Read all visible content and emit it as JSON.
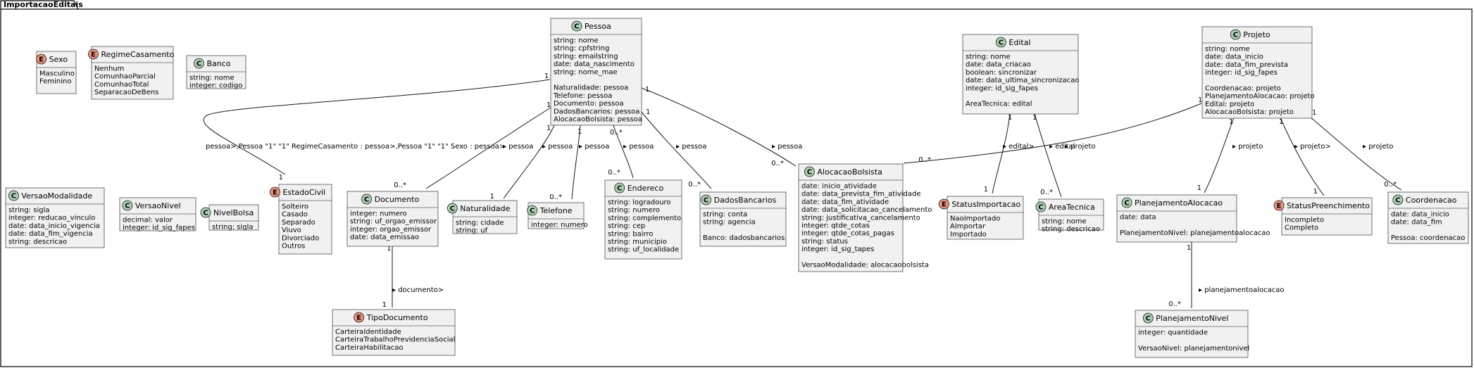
{
  "package_name": "ImportacaoEditais",
  "classes": [
    {
      "id": "Sexo",
      "kind": "E",
      "name": "Sexo",
      "sections": [
        [
          "Masculino",
          "Feminino"
        ]
      ]
    },
    {
      "id": "RegimeCasamento",
      "kind": "E",
      "name": "RegimeCasamento",
      "sections": [
        [
          "Nenhum",
          "ComunhaoParcial",
          "ComunhaoTotal",
          "SeparacaoDeBens"
        ]
      ]
    },
    {
      "id": "Banco",
      "kind": "C",
      "name": "Banco",
      "sections": [
        [
          "string: nome",
          "integer: codigo"
        ]
      ]
    },
    {
      "id": "Pessoa",
      "kind": "C",
      "name": "Pessoa",
      "sections": [
        [
          "string: nome",
          "string: cpfstring",
          "string: emailstring",
          "date: data_nascimento",
          "string: nome_mae"
        ],
        [
          "Naturalidade: pessoa",
          "Telefone: pessoa",
          "Documento: pessoa",
          "DadosBancarios: pessoa",
          "AlocacaoBolsista: pessoa"
        ]
      ]
    },
    {
      "id": "Edital",
      "kind": "C",
      "name": "Edital",
      "sections": [
        [
          "string: nome",
          "date: data_criacao",
          "boolean: sincronizar",
          "date: data_ultima_sincronizacao",
          "integer: id_sig_fapes"
        ],
        [
          "AreaTecnica: edital"
        ]
      ]
    },
    {
      "id": "Projeto",
      "kind": "C",
      "name": "Projeto",
      "sections": [
        [
          "string: nome",
          "date: data_inicio",
          "date: data_fim_prevista",
          "integer: id_sig_fapes"
        ],
        [
          "Coordenacao: projeto",
          "PlanejamentoAlocacao: projeto",
          "Edital: projeto",
          "AlocacaoBolsista: projeto"
        ]
      ]
    },
    {
      "id": "VersaoModalidade",
      "kind": "C",
      "name": "VersaoModalidade",
      "sections": [
        [
          "string: sigla",
          "integer: reducao_vinculo",
          "date: data_inicio_vigencia",
          "date: data_fim_vigencia",
          "string: descricao"
        ]
      ]
    },
    {
      "id": "VersaoNivel",
      "kind": "C",
      "name": "VersaoNivel",
      "sections": [
        [
          "decimal: valor",
          "integer: id_sig_fapes"
        ]
      ]
    },
    {
      "id": "NivelBolsa",
      "kind": "C",
      "name": "NivelBolsa",
      "sections": [
        [
          "string: sigla"
        ]
      ]
    },
    {
      "id": "EstadoCivil",
      "kind": "E",
      "name": "EstadoCivil",
      "sections": [
        [
          "Solteiro",
          "Casado",
          "Separado",
          "Viuvo",
          "Divorciado",
          "Outros"
        ]
      ]
    },
    {
      "id": "Documento",
      "kind": "C",
      "name": "Documento",
      "sections": [
        [
          "integer: numero",
          "string: uf_orgao_emissor",
          "integer: orgao_emissor",
          "date: data_emissao"
        ]
      ]
    },
    {
      "id": "Naturalidade",
      "kind": "C",
      "name": "Naturalidade",
      "sections": [
        [
          "string: cidade",
          "string: uf"
        ]
      ]
    },
    {
      "id": "Telefone",
      "kind": "C",
      "name": "Telefone",
      "sections": [
        [
          "integer: numero"
        ]
      ]
    },
    {
      "id": "Endereco",
      "kind": "C",
      "name": "Endereco",
      "sections": [
        [
          "string: logradouro",
          "string: numero",
          "string: complemento",
          "string: cep",
          "string: bairro",
          "string: municipio",
          "string: uf_localidade"
        ]
      ]
    },
    {
      "id": "DadosBancarios",
      "kind": "C",
      "name": "DadosBancarios",
      "sections": [
        [
          "string: conta",
          "string: agencia"
        ],
        [
          "Banco: dadosbancarios"
        ]
      ]
    },
    {
      "id": "AlocacaoBolsista",
      "kind": "C",
      "name": "AlocacaoBolsista",
      "sections": [
        [
          "date: inicio_atividade",
          "date: data_prevista_fim_atividade",
          "date: data_fim_atividade",
          "date: data_solicitacao_cancelamento",
          "string: justificativa_cancelamento",
          "integer: qtde_cotas",
          "integer: qtde_cotas_pagas",
          "string: status",
          "integer: id_sig_tapes"
        ],
        [
          "VersaoModalidade: alocacaobolsista"
        ]
      ]
    },
    {
      "id": "StatusImportacao",
      "kind": "E",
      "name": "StatusImportacao",
      "sections": [
        [
          "NaoImportado",
          "AImportar",
          "Importado"
        ]
      ]
    },
    {
      "id": "AreaTecnica",
      "kind": "C",
      "name": "AreaTecnica",
      "sections": [
        [
          "string: nome",
          "string: descricao"
        ]
      ]
    },
    {
      "id": "PlanejamentoAlocacao",
      "kind": "C",
      "name": "PlanejamentoAlocacao",
      "sections": [
        [
          "date: data"
        ],
        [
          "PlanejamentoNivel: planejamentoalocacao"
        ]
      ]
    },
    {
      "id": "StatusPreenchimento",
      "kind": "E",
      "name": "StatusPreenchimento",
      "sections": [
        [
          "Incompleto",
          "Completo"
        ]
      ]
    },
    {
      "id": "Coordenacao",
      "kind": "C",
      "name": "Coordenacao",
      "sections": [
        [
          "date: data_inicio",
          "date: data_fim"
        ],
        [
          "Pessoa: coordenacao"
        ]
      ]
    },
    {
      "id": "TipoDocumento",
      "kind": "E",
      "name": "TipoDocumento",
      "sections": [
        [
          "CarteiraIdentidade",
          "CarteiraTrabalhoPrevidenciaSocial",
          "CarteiraHabilitacao"
        ]
      ]
    },
    {
      "id": "PlanejamentoNivel",
      "kind": "C",
      "name": "PlanejamentoNivel",
      "sections": [
        [
          "integer: quantidade"
        ],
        [
          "VersaoNivel: planejamentonivel"
        ]
      ]
    }
  ],
  "relations": [
    {
      "from": "Pessoa",
      "to": "EstadoCivil",
      "from_mult": "1",
      "to_mult": "1",
      "label": "pessoa>,Pessoa \"1\" \"1\" RegimeCasamento : pessoa>,Pessoa \"1\" \"1\" Sexo : pessoa>"
    },
    {
      "from": "Pessoa",
      "to": "Documento",
      "from_mult": "1",
      "to_mult": "0..*",
      "label": "pessoa"
    },
    {
      "from": "Pessoa",
      "to": "Naturalidade",
      "from_mult": "1",
      "to_mult": "1",
      "label": "pessoa"
    },
    {
      "from": "Pessoa",
      "to": "Telefone",
      "from_mult": "1",
      "to_mult": "0..*",
      "label": "pessoa"
    },
    {
      "from": "Pessoa",
      "to": "Endereco",
      "from_mult": "0..*",
      "to_mult": "0..*",
      "label": "pessoa"
    },
    {
      "from": "Pessoa",
      "to": "DadosBancarios",
      "from_mult": "1",
      "to_mult": "0..*",
      "label": "pessoa"
    },
    {
      "from": "Pessoa",
      "to": "AlocacaoBolsista",
      "from_mult": "1",
      "to_mult": "0..*",
      "label": "pessoa"
    },
    {
      "from": "Edital",
      "to": "StatusImportacao",
      "from_mult": "1",
      "to_mult": "1",
      "label": "edital>"
    },
    {
      "from": "Edital",
      "to": "AreaTecnica",
      "from_mult": "1",
      "to_mult": "0..*",
      "label": "edital"
    },
    {
      "from": "Projeto",
      "to": "AlocacaoBolsista",
      "from_mult": "1",
      "to_mult": "0..*",
      "label": "projeto"
    },
    {
      "from": "Projeto",
      "to": "PlanejamentoAlocacao",
      "from_mult": "1",
      "to_mult": "1",
      "label": "projeto"
    },
    {
      "from": "Projeto",
      "to": "StatusPreenchimento",
      "from_mult": "1",
      "to_mult": "1",
      "label": "projeto>"
    },
    {
      "from": "Projeto",
      "to": "Coordenacao",
      "from_mult": "1",
      "to_mult": "0..*",
      "label": "projeto"
    },
    {
      "from": "Documento",
      "to": "TipoDocumento",
      "from_mult": "1",
      "to_mult": "1",
      "label": "documento>"
    },
    {
      "from": "PlanejamentoAlocacao",
      "to": "PlanejamentoNivel",
      "from_mult": "1",
      "to_mult": "0..*",
      "label": "planejamentoalocacao"
    }
  ]
}
